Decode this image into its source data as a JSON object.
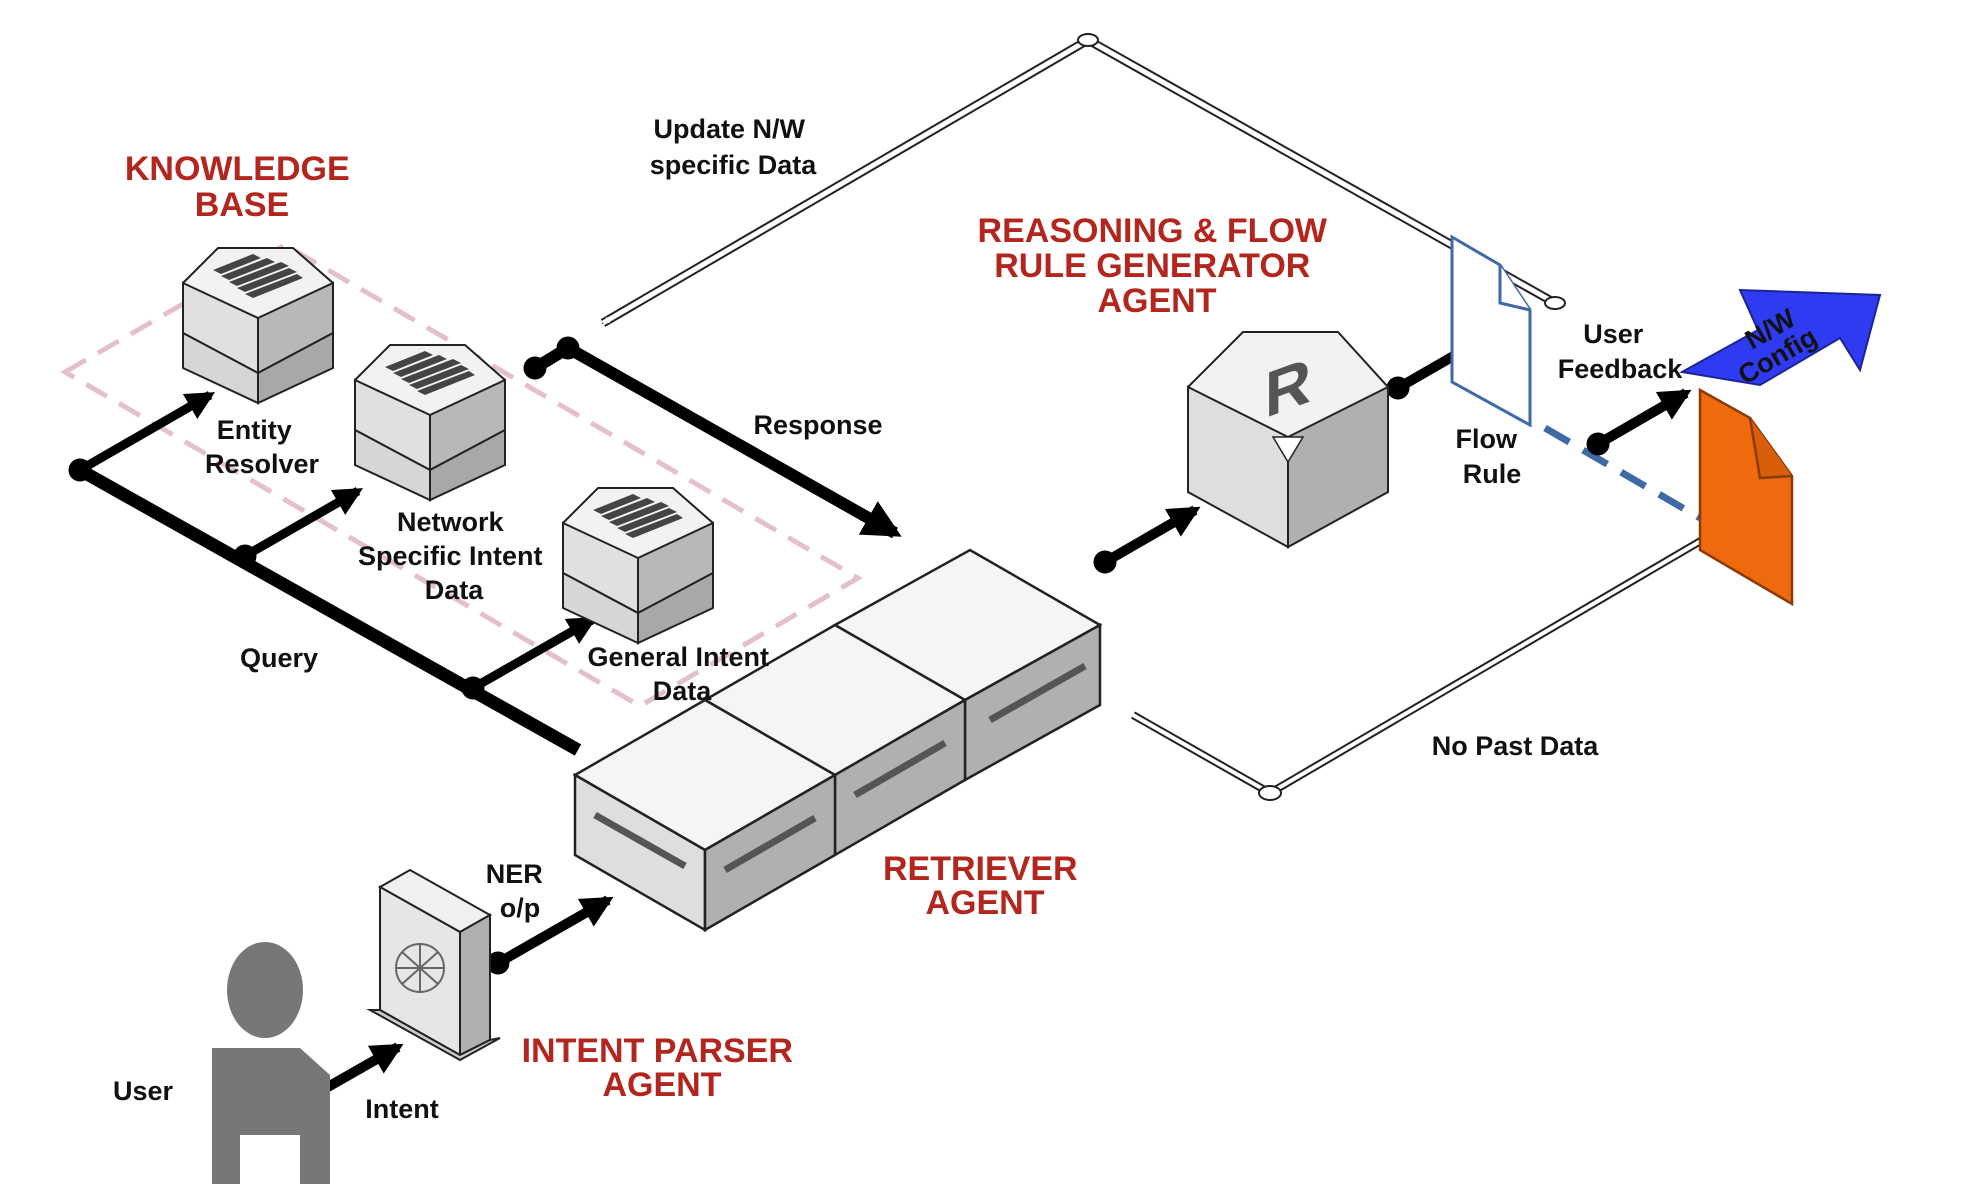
{
  "sections": {
    "knowledge_base": [
      "KNOWLEDGE",
      "BASE"
    ],
    "reasoning_agent": [
      "REASONING & FLOW",
      "RULE GENERATOR",
      "AGENT"
    ],
    "retriever_agent": [
      "RETRIEVER",
      "AGENT"
    ],
    "intent_parser_agent": [
      "INTENT PARSER",
      "AGENT"
    ]
  },
  "labels": {
    "update": [
      "Update N/W",
      "specific Data"
    ],
    "entity_resolver": [
      "Entity",
      "Resolver"
    ],
    "network_intent": [
      "Network",
      "Specific Intent",
      "Data"
    ],
    "general_intent": [
      "General Intent",
      "Data"
    ],
    "query": "Query",
    "response": "Response",
    "user_feedback": [
      "User",
      "Feedback"
    ],
    "flow_rule": [
      "Flow",
      "Rule"
    ],
    "no_past_data": "No Past Data",
    "ner": [
      "NER",
      "o/p"
    ],
    "user": "User",
    "intent": "Intent"
  },
  "config_arrow": [
    "N/W",
    "Config"
  ],
  "server_glyph": "R",
  "colors": {
    "section_title": "#b3261e",
    "config_arrow": "#2e3bf0",
    "config_doc": "#ef6a0c",
    "flow_rule_doc": "#3f6aa6",
    "dashed_link": "#3f6aa6",
    "kb_dashed_outline": "#e4c0cc"
  }
}
